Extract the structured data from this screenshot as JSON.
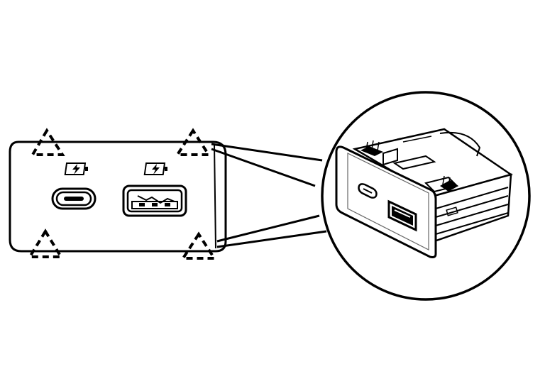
{
  "diagram": {
    "ink_color": "#000000",
    "background_color": "#ffffff",
    "panel": {
      "ports": [
        {
          "type": "usb-c",
          "charge_indicator": "charging-battery-icon"
        },
        {
          "type": "usb-a",
          "charge_indicator": "charging-battery-icon"
        }
      ],
      "retention_clip_markers": 4,
      "marker_style": "dashed-triangle"
    },
    "detail_view": {
      "shape": "circle",
      "content": "usb-charging-module-isometric",
      "ports": [
        "usb-c",
        "usb-a"
      ]
    }
  }
}
